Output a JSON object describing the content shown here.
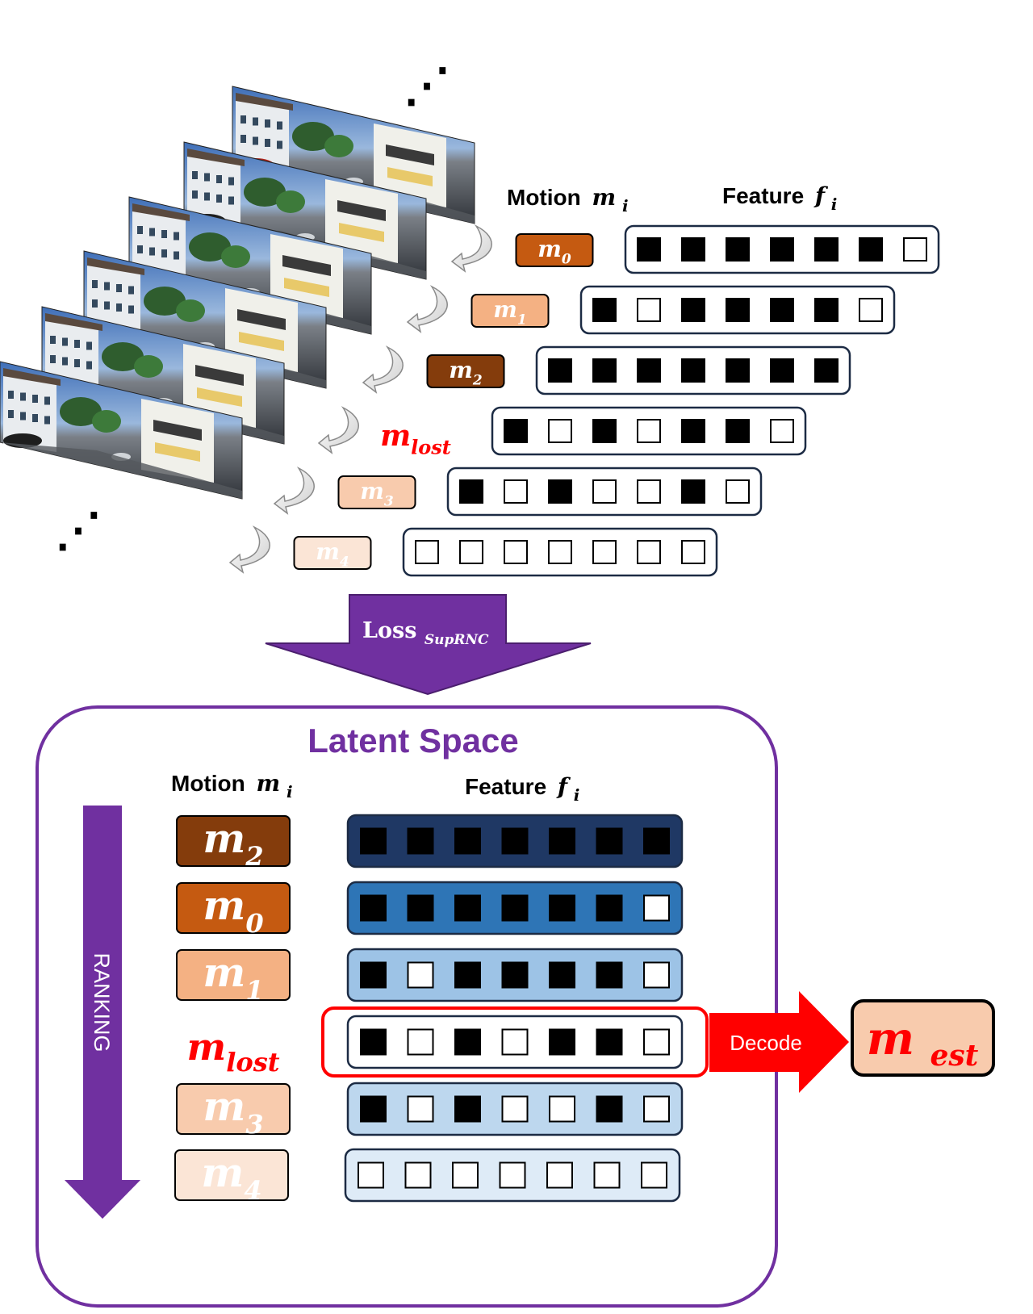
{
  "colors": {
    "purple": "#7030a0",
    "red": "#ff0000",
    "black": "#000000",
    "motion_fills": {
      "m0": "#c55a11",
      "m1": "#f4b183",
      "m2": "#843c0c",
      "m3": "#f8cbad",
      "m4": "#fbe5d6",
      "mest": "#f8cbad"
    },
    "latent_bar_fills": [
      "#1f3864",
      "#2e75b6",
      "#9dc3e6",
      "#ffffff",
      "#bdd7ee",
      "#deebf7"
    ]
  },
  "top": {
    "header_motion": "Motion",
    "header_motion_var": "m",
    "header_motion_sub": "i",
    "header_feature": "Feature",
    "header_feature_var": "f",
    "header_feature_sub": "i",
    "ellipsis_top": "⋰",
    "ellipsis_bottom": "⋰",
    "frames": [
      {
        "motion": {
          "base": "m",
          "sub": "0",
          "fill_key": "m0"
        },
        "bits": [
          1,
          1,
          1,
          1,
          1,
          1,
          0
        ]
      },
      {
        "motion": {
          "base": "m",
          "sub": "1",
          "fill_key": "m1"
        },
        "bits": [
          1,
          0,
          1,
          1,
          1,
          1,
          0
        ]
      },
      {
        "motion": {
          "base": "m",
          "sub": "2",
          "fill_key": "m2"
        },
        "bits": [
          1,
          1,
          1,
          1,
          1,
          1,
          1
        ]
      },
      {
        "motion": {
          "base": "m",
          "sub": "lost",
          "fill_key": null,
          "highlight": true
        },
        "bits": [
          1,
          0,
          1,
          0,
          1,
          1,
          0
        ]
      },
      {
        "motion": {
          "base": "m",
          "sub": "3",
          "fill_key": "m3"
        },
        "bits": [
          1,
          0,
          1,
          0,
          0,
          1,
          0
        ]
      },
      {
        "motion": {
          "base": "m",
          "sub": "4",
          "fill_key": "m4"
        },
        "bits": [
          0,
          0,
          0,
          0,
          0,
          0,
          0
        ]
      }
    ]
  },
  "loss_arrow": {
    "label": "Loss",
    "sub": "SupRNC"
  },
  "latent": {
    "title": "Latent Space",
    "header_motion": "Motion",
    "header_motion_var": "m",
    "header_motion_sub": "i",
    "header_feature": "Feature",
    "header_feature_var": "f",
    "header_feature_sub": "i",
    "ranking_label": "RANKING",
    "rows": [
      {
        "motion": {
          "base": "m",
          "sub": "2",
          "fill_key": "m2"
        },
        "bits": [
          1,
          1,
          1,
          1,
          1,
          1,
          1
        ],
        "bar_fill_index": 0
      },
      {
        "motion": {
          "base": "m",
          "sub": "0",
          "fill_key": "m0"
        },
        "bits": [
          1,
          1,
          1,
          1,
          1,
          1,
          0
        ],
        "bar_fill_index": 1
      },
      {
        "motion": {
          "base": "m",
          "sub": "1",
          "fill_key": "m1"
        },
        "bits": [
          1,
          0,
          1,
          1,
          1,
          1,
          0
        ],
        "bar_fill_index": 2
      },
      {
        "motion": {
          "base": "m",
          "sub": "lost",
          "fill_key": null,
          "highlight": true
        },
        "bits": [
          1,
          0,
          1,
          0,
          1,
          1,
          0
        ],
        "bar_fill_index": 3
      },
      {
        "motion": {
          "base": "m",
          "sub": "3",
          "fill_key": "m3"
        },
        "bits": [
          1,
          0,
          1,
          0,
          0,
          1,
          0
        ],
        "bar_fill_index": 4
      },
      {
        "motion": {
          "base": "m",
          "sub": "4",
          "fill_key": "m4"
        },
        "bits": [
          0,
          0,
          0,
          0,
          0,
          0,
          0
        ],
        "bar_fill_index": 5
      }
    ],
    "decode_label": "Decode",
    "estimate": {
      "base": "m",
      "sub": "est"
    }
  }
}
